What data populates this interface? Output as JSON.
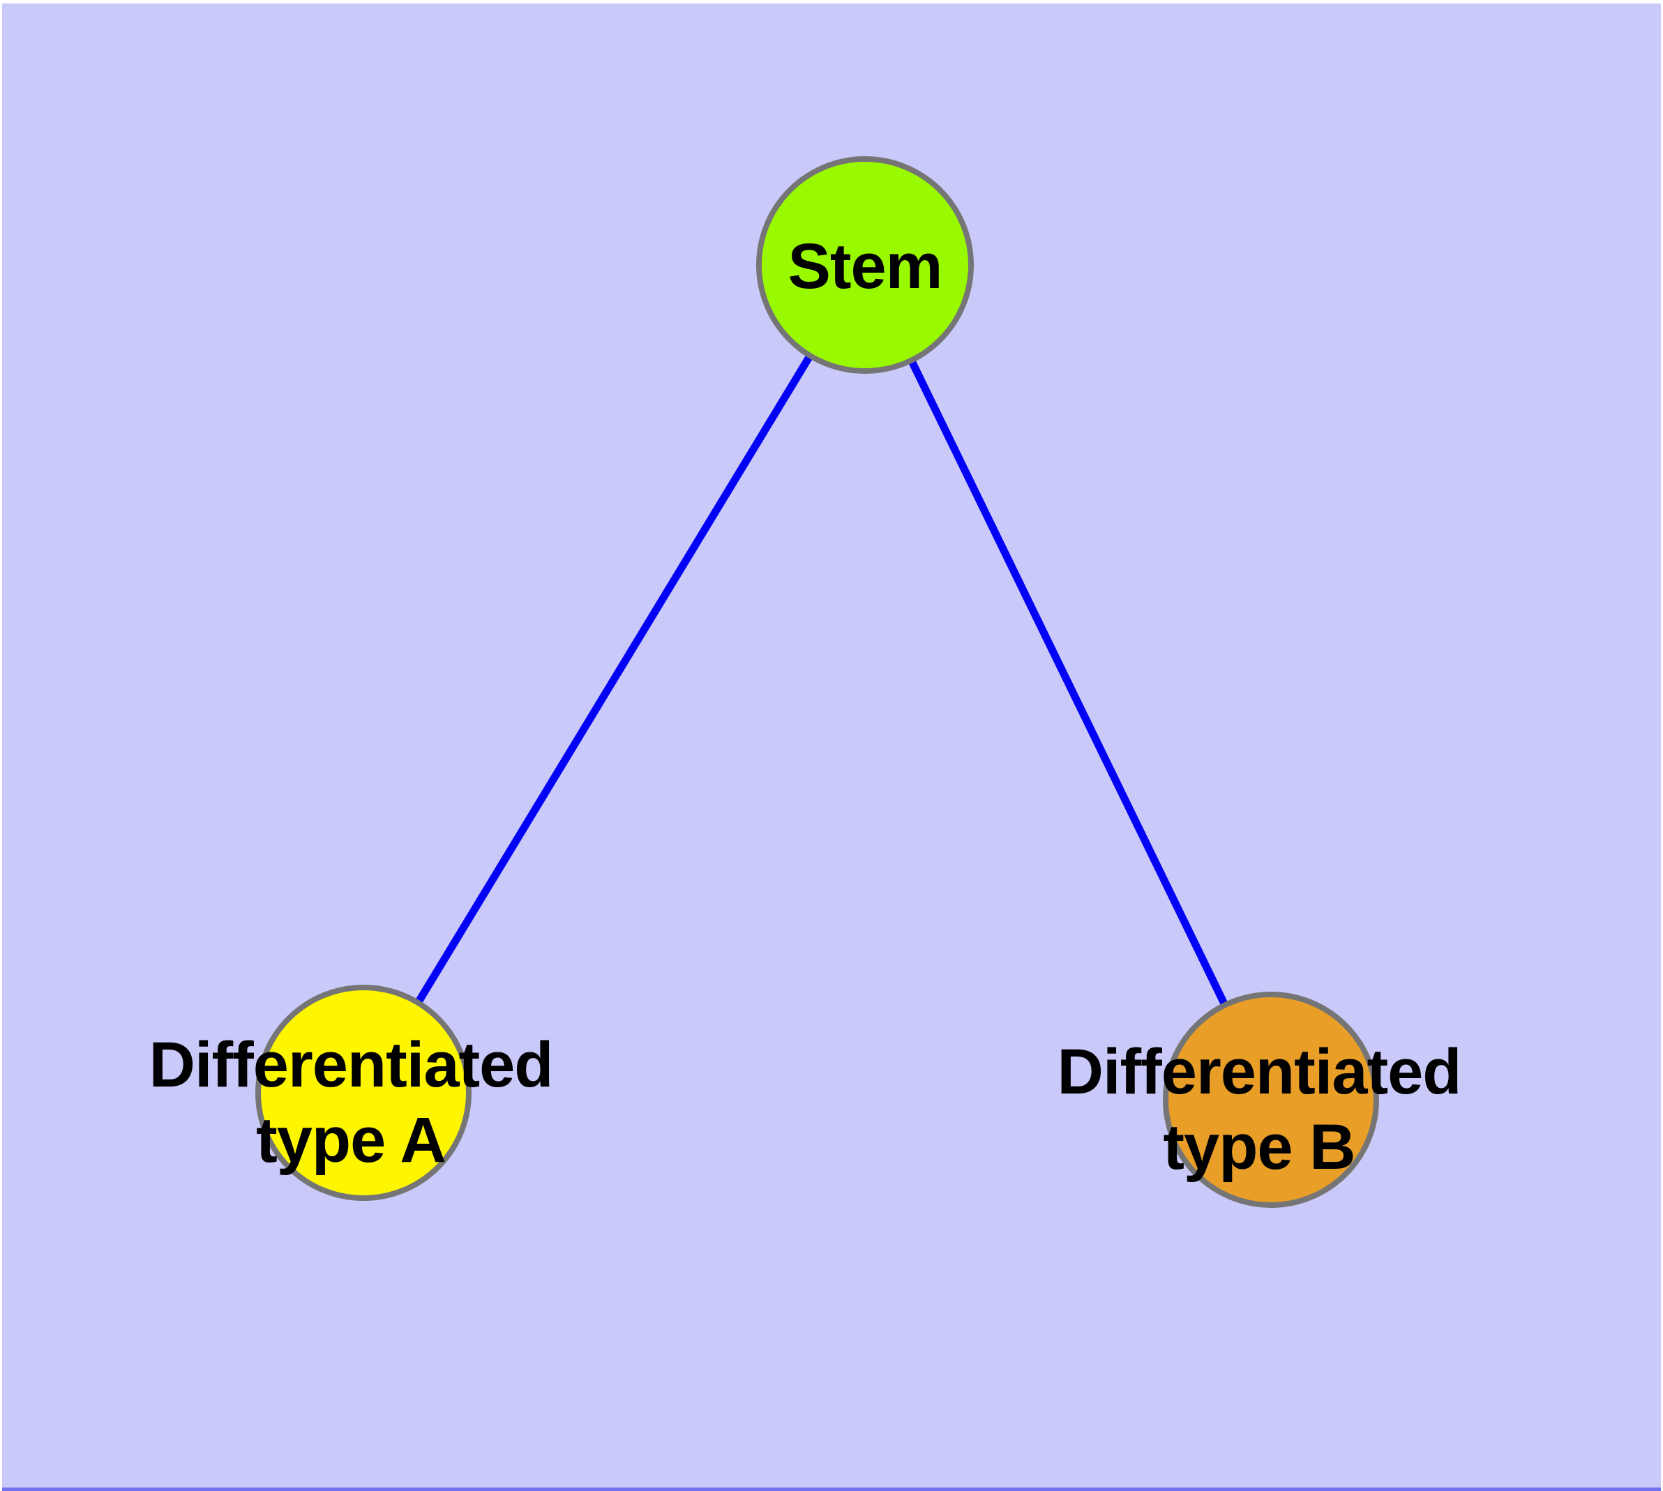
{
  "diagram": {
    "nodes": {
      "stem": {
        "label": "Stem",
        "fill": "#99FA00"
      },
      "type_a": {
        "label_line1": "Differentiated",
        "label_line2": "type A",
        "fill": "#FDF600"
      },
      "type_b": {
        "label_line1": "Differentiated",
        "label_line2": "type B",
        "fill": "#E89E27"
      }
    },
    "colors": {
      "background": "#C9C9FA",
      "edge": "#0202F5",
      "node_border": "#757575",
      "label_text": "#000000"
    }
  }
}
